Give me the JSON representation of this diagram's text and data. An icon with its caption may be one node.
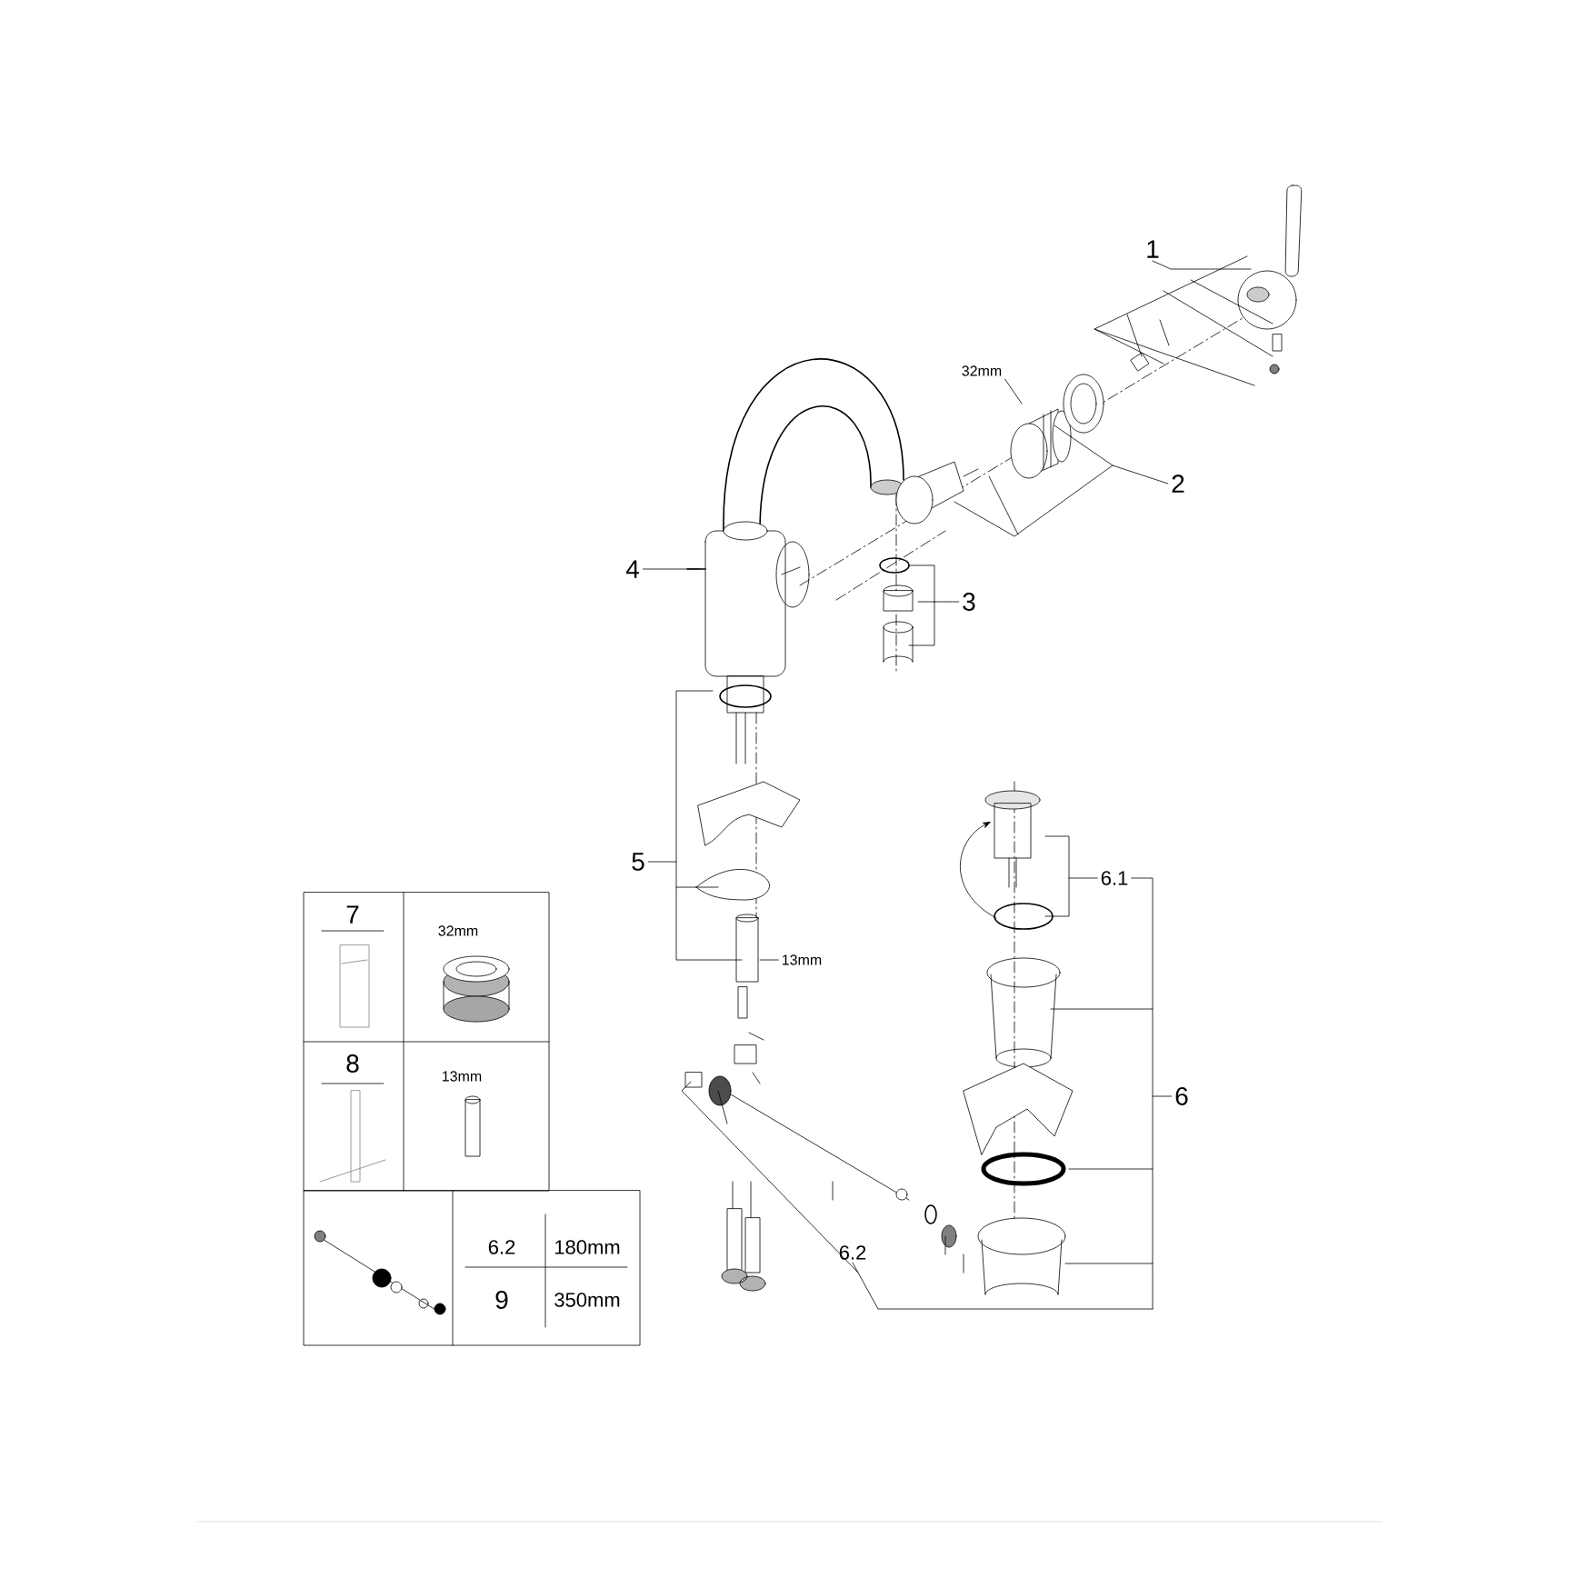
{
  "diagram": {
    "nodes": [
      {
        "text": [
          "1"
        ]
      },
      {
        "text": [
          "32mm"
        ]
      },
      {
        "text": [
          "2"
        ]
      },
      {
        "text": [
          "4"
        ]
      },
      {
        "text": [
          "3"
        ]
      },
      {
        "text": [
          "5"
        ]
      },
      {
        "text": [
          "13mm"
        ]
      },
      {
        "text": [
          "6.1"
        ]
      },
      {
        "text": [
          "6"
        ]
      },
      {
        "text": [
          "6.2"
        ]
      }
    ],
    "edges": [
      {
        "from": 0,
        "to": null,
        "arrow": "none"
      },
      {
        "from": 1,
        "to": null,
        "arrow": "none"
      },
      {
        "from": 2,
        "to": null,
        "arrow": "none"
      },
      {
        "from": 3,
        "to": null,
        "arrow": "none"
      },
      {
        "from": 4,
        "to": null,
        "arrow": "none"
      },
      {
        "from": 5,
        "to": null,
        "arrow": "none"
      },
      {
        "from": 6,
        "to": null,
        "arrow": "none"
      },
      {
        "from": 7,
        "to": null,
        "arrow": "none"
      },
      {
        "from": 8,
        "to": 7,
        "arrow": "none"
      },
      {
        "from": 9,
        "to": null,
        "arrow": "none"
      }
    ],
    "labels": [
      "7",
      "32mm",
      "8",
      "13mm",
      "6.2",
      "180mm",
      "9",
      "350mm"
    ]
  }
}
